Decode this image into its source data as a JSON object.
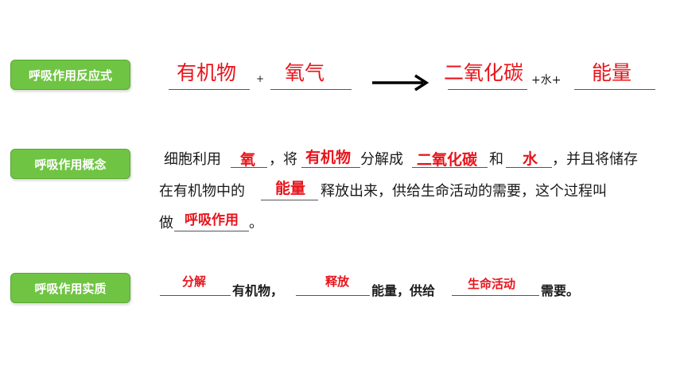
{
  "rows": {
    "equation": {
      "label": "呼吸作用反应式",
      "ans_organic": "有机物",
      "plus1": "+",
      "ans_oxygen": "氧气",
      "ans_co2": "二氧化碳",
      "plus_water": "+水+",
      "ans_energy": "能量"
    },
    "concept": {
      "label": "呼吸作用概念",
      "t1": "细胞利用",
      "a1": "氧",
      "t2": "，将",
      "a2": "有机物",
      "t3": "分解成",
      "a3": "二氧化碳",
      "t4": "和",
      "a4": "水",
      "t5": "，并且将储存",
      "t6": "在有机物中的",
      "a5": "能量",
      "t7": "释放出来，供给生命活动的需要，这个过程叫",
      "t8": "做",
      "a6": "呼吸作用",
      "t9": "。"
    },
    "essence": {
      "label": "呼吸作用实质",
      "a1": "分解",
      "t1": "有机物，",
      "a2": "释放",
      "t2": "能量，供给",
      "a3": "生命活动",
      "t3": "需要。"
    }
  },
  "colors": {
    "label_green": "#70c443",
    "answer_red": "#e8141b"
  }
}
